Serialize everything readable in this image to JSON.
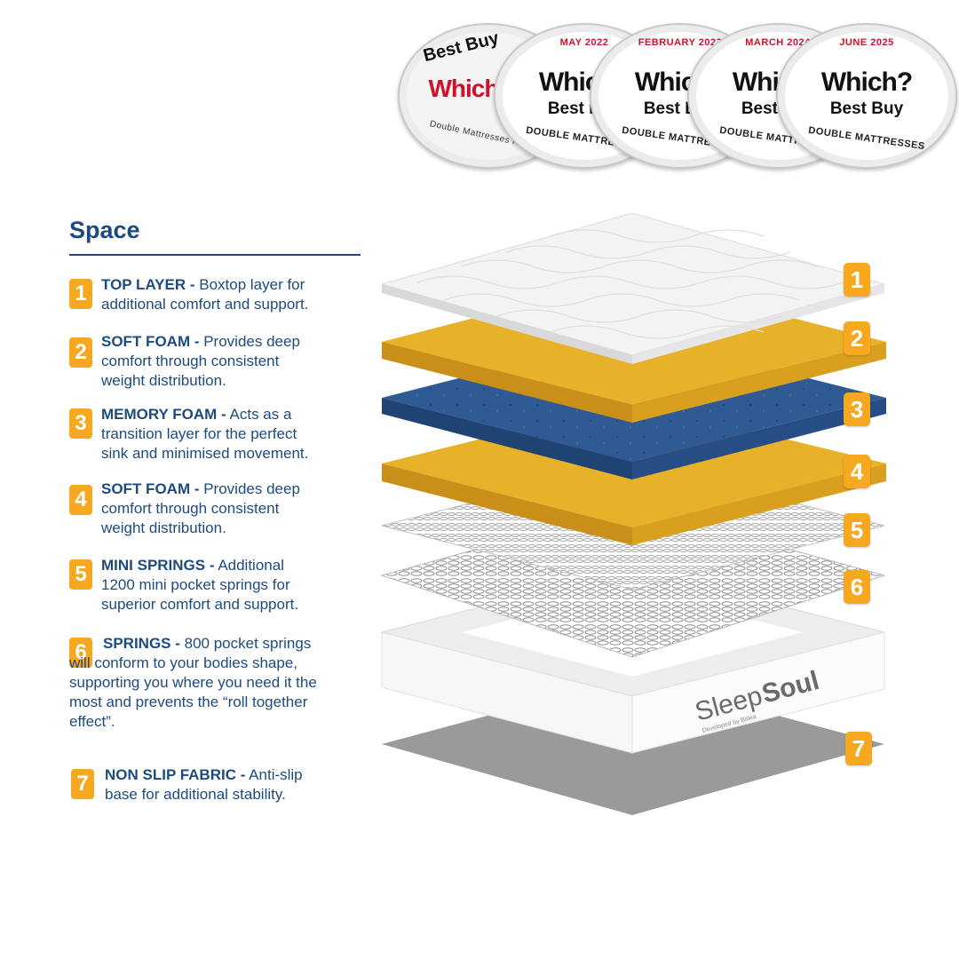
{
  "badges": [
    {
      "top": "Best Buy",
      "which": "Which?",
      "category": "Double Mattresses Nov"
    },
    {
      "month": "MAY 2022",
      "which": "Which?",
      "best": "Best Buy",
      "category": "DOUBLE MATTRESSES"
    },
    {
      "month": "FEBRUARY 2023",
      "which": "Which?",
      "best": "Best Buy",
      "category": "DOUBLE MATTRESSES"
    },
    {
      "month": "MARCH 2024",
      "which": "Which?",
      "best": "Best Buy",
      "category": "DOUBLE MATTRESSES"
    },
    {
      "month": "JUNE 2025",
      "which": "Which?",
      "best": "Best Buy",
      "category": "DOUBLE MATTRESSES"
    }
  ],
  "title": "Space",
  "layers": [
    {
      "num": "1",
      "name": "TOP LAYER -",
      "text": "Boxtop layer for additional comfort and support."
    },
    {
      "num": "2",
      "name": "SOFT FOAM -",
      "text": "Provides deep comfort through consistent weight distribution."
    },
    {
      "num": "3",
      "name": "MEMORY FOAM -",
      "text": "Acts as a transition layer for the perfect sink and minimised movement."
    },
    {
      "num": "4",
      "name": "SOFT FOAM -",
      "text": "Provides deep comfort through consistent weight distribution."
    },
    {
      "num": "5",
      "name": "MINI SPRINGS -",
      "text": "Additional 1200 mini pocket springs for superior comfort and support."
    },
    {
      "num": "6",
      "name": "SPRINGS -",
      "text": "800 pocket springs will conform to your bodies shape, supporting you where you need it the most and prevents the “roll together effect”."
    },
    {
      "num": "7",
      "name": "NON SLIP FABRIC -",
      "text": "Anti-slip base for additional stability."
    }
  ],
  "brand": {
    "name_light": "Sleep",
    "name_bold": "Soul",
    "tagline": "Developed by Birlea"
  },
  "colors": {
    "navy_text": "#1c4a7f",
    "label_orange": "#f6a821",
    "soft_foam": "#e8b12a",
    "memory_foam": "#2f5a93",
    "top_layer": "#f3f3f3",
    "base_fabric": "#9a9a9a",
    "which_red": "#d0112b"
  }
}
